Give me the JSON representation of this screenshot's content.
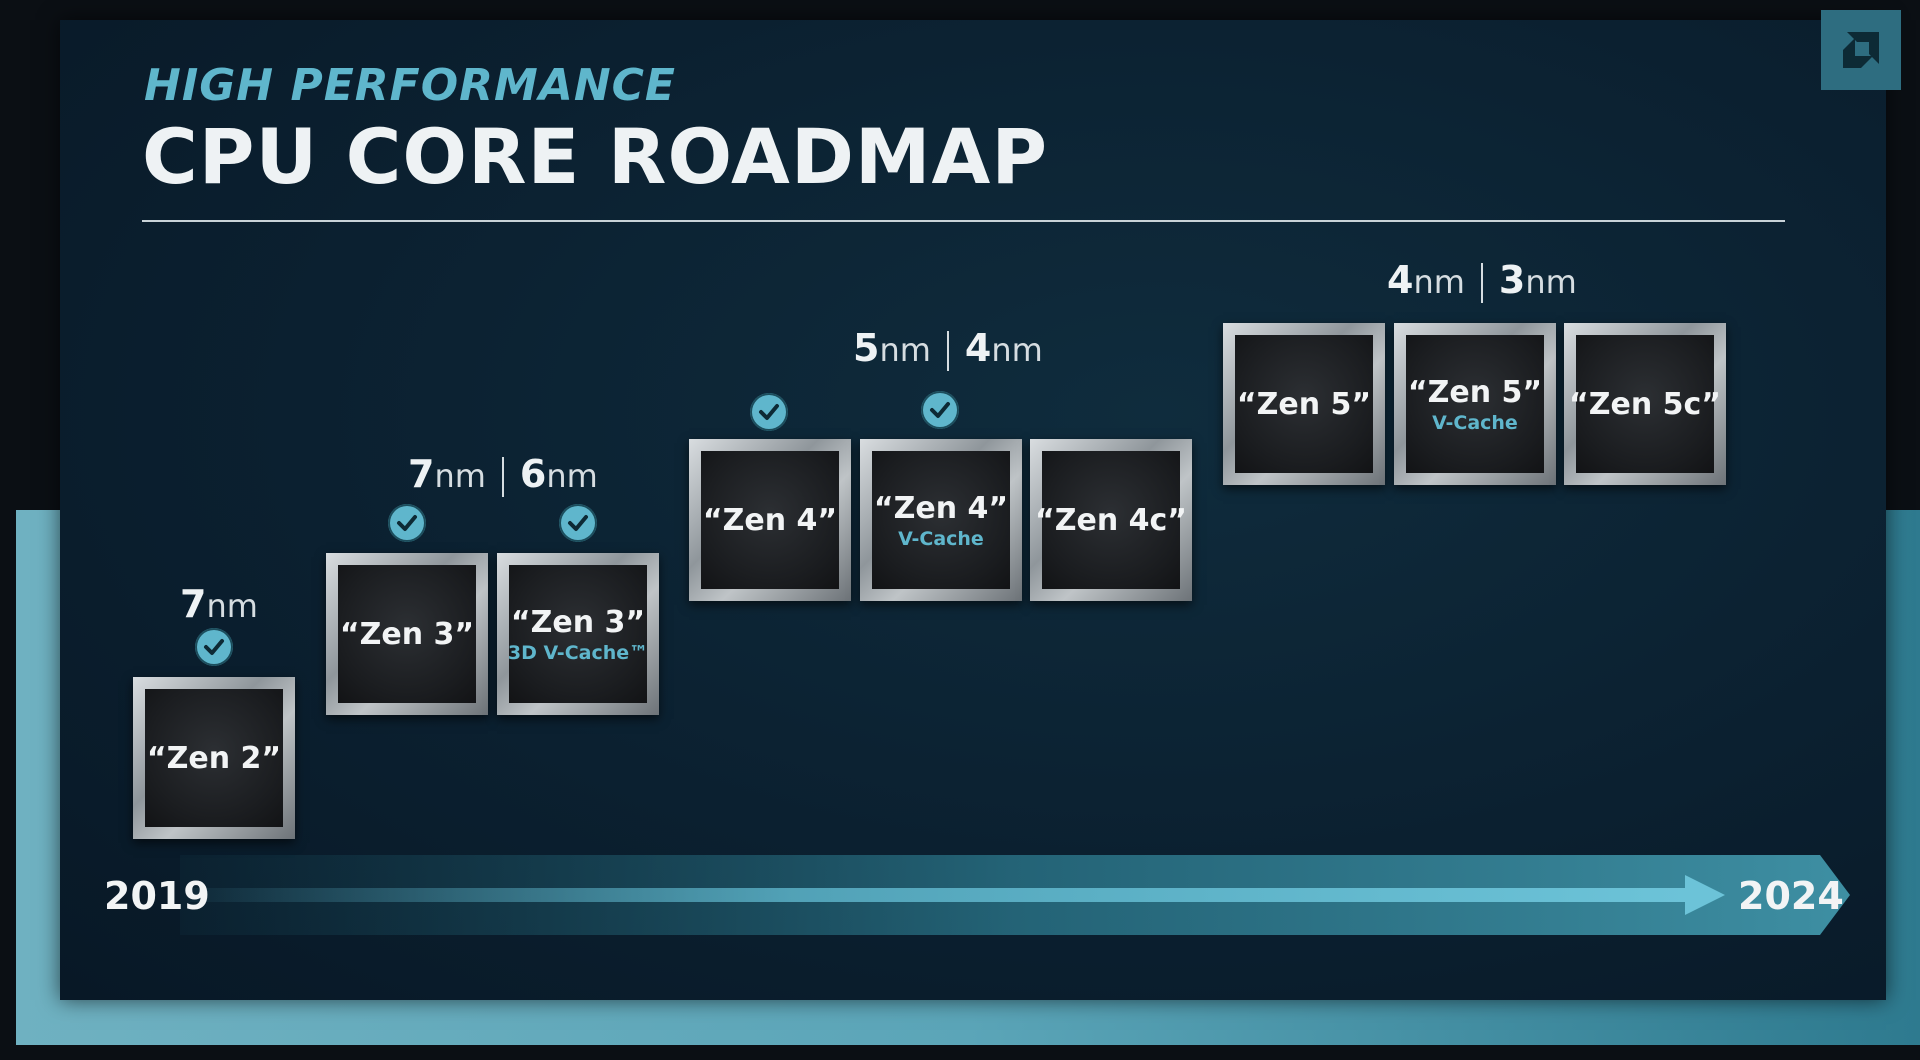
{
  "header": {
    "subtitle": "HIGH PERFORMANCE",
    "title": "CPU CORE ROADMAP"
  },
  "timeline": {
    "start_year": "2019",
    "end_year": "2024"
  },
  "nodes": {
    "g1": {
      "nm_a": "7",
      "unit": "nm"
    },
    "g2": {
      "nm_a": "7",
      "nm_b": "6",
      "unit": "nm"
    },
    "g3": {
      "nm_a": "5",
      "nm_b": "4",
      "unit": "nm"
    },
    "g4": {
      "nm_a": "4",
      "nm_b": "3",
      "unit": "nm"
    }
  },
  "chips": [
    {
      "name": "“Zen 2”",
      "sub": "",
      "released": true
    },
    {
      "name": "“Zen 3”",
      "sub": "",
      "released": true
    },
    {
      "name": "“Zen 3”",
      "sub": "3D V-Cache™",
      "released": true
    },
    {
      "name": "“Zen 4”",
      "sub": "",
      "released": true
    },
    {
      "name": "“Zen 4”",
      "sub": "V-Cache",
      "released": true
    },
    {
      "name": "“Zen 4c”",
      "sub": "",
      "released": false
    },
    {
      "name": "“Zen 5”",
      "sub": "",
      "released": false
    },
    {
      "name": "“Zen 5”",
      "sub": "V-Cache",
      "released": false
    },
    {
      "name": "“Zen 5c”",
      "sub": "",
      "released": false
    }
  ],
  "icons": {
    "logo": "amd-logo-icon",
    "check": "check-circle-icon"
  },
  "colors": {
    "accent": "#5fb6cc",
    "panel": "#0b2030",
    "band": "#5ba5b8"
  }
}
